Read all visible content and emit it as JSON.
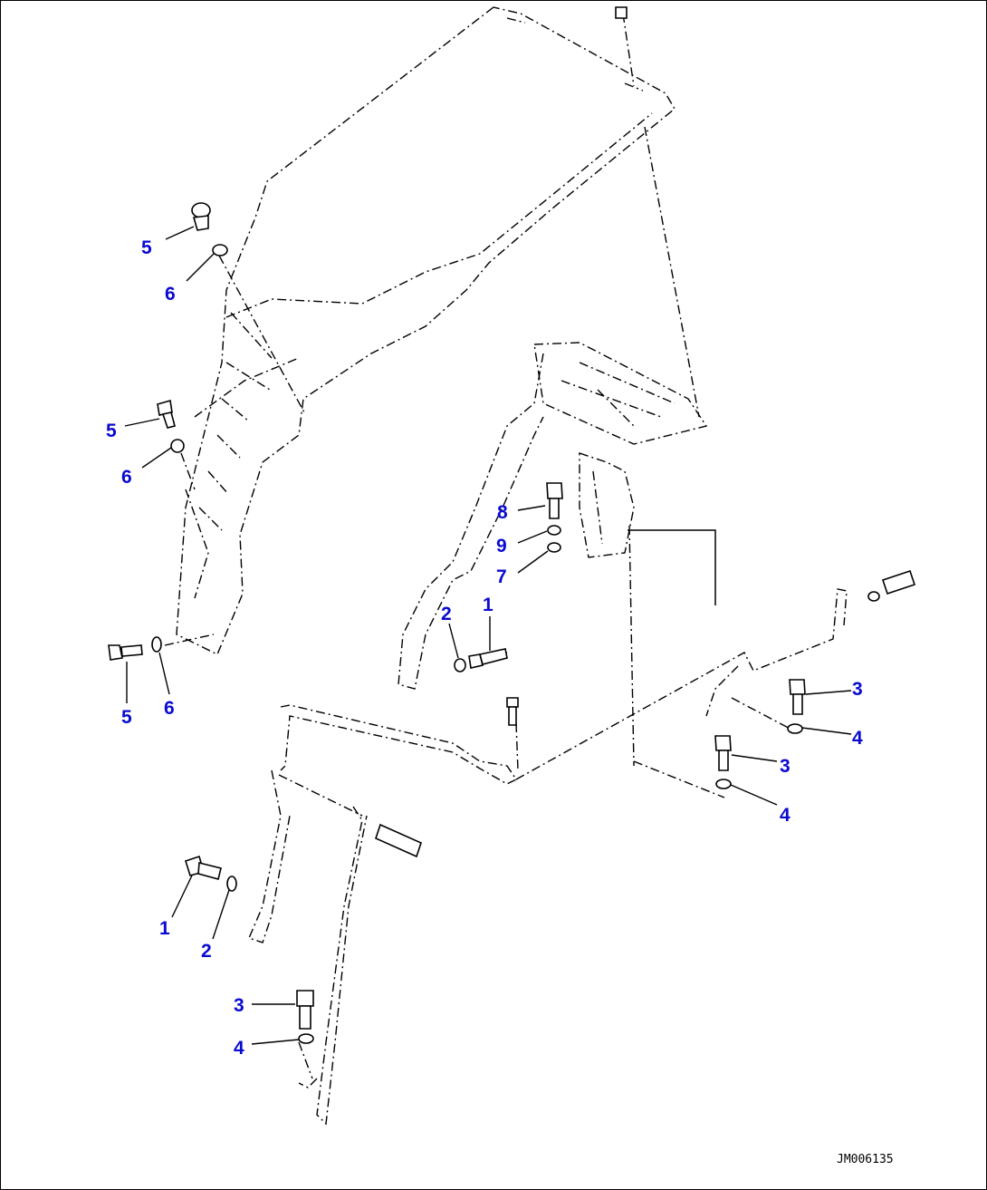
{
  "drawing": {
    "reference_code": "JM006135",
    "accent_color": "#0a0ad2"
  },
  "callouts": [
    "5",
    "6",
    "5",
    "6",
    "5",
    "6",
    "8",
    "9",
    "7",
    "2",
    "1",
    "3",
    "4",
    "3",
    "4",
    "1",
    "2",
    "3",
    "4"
  ]
}
